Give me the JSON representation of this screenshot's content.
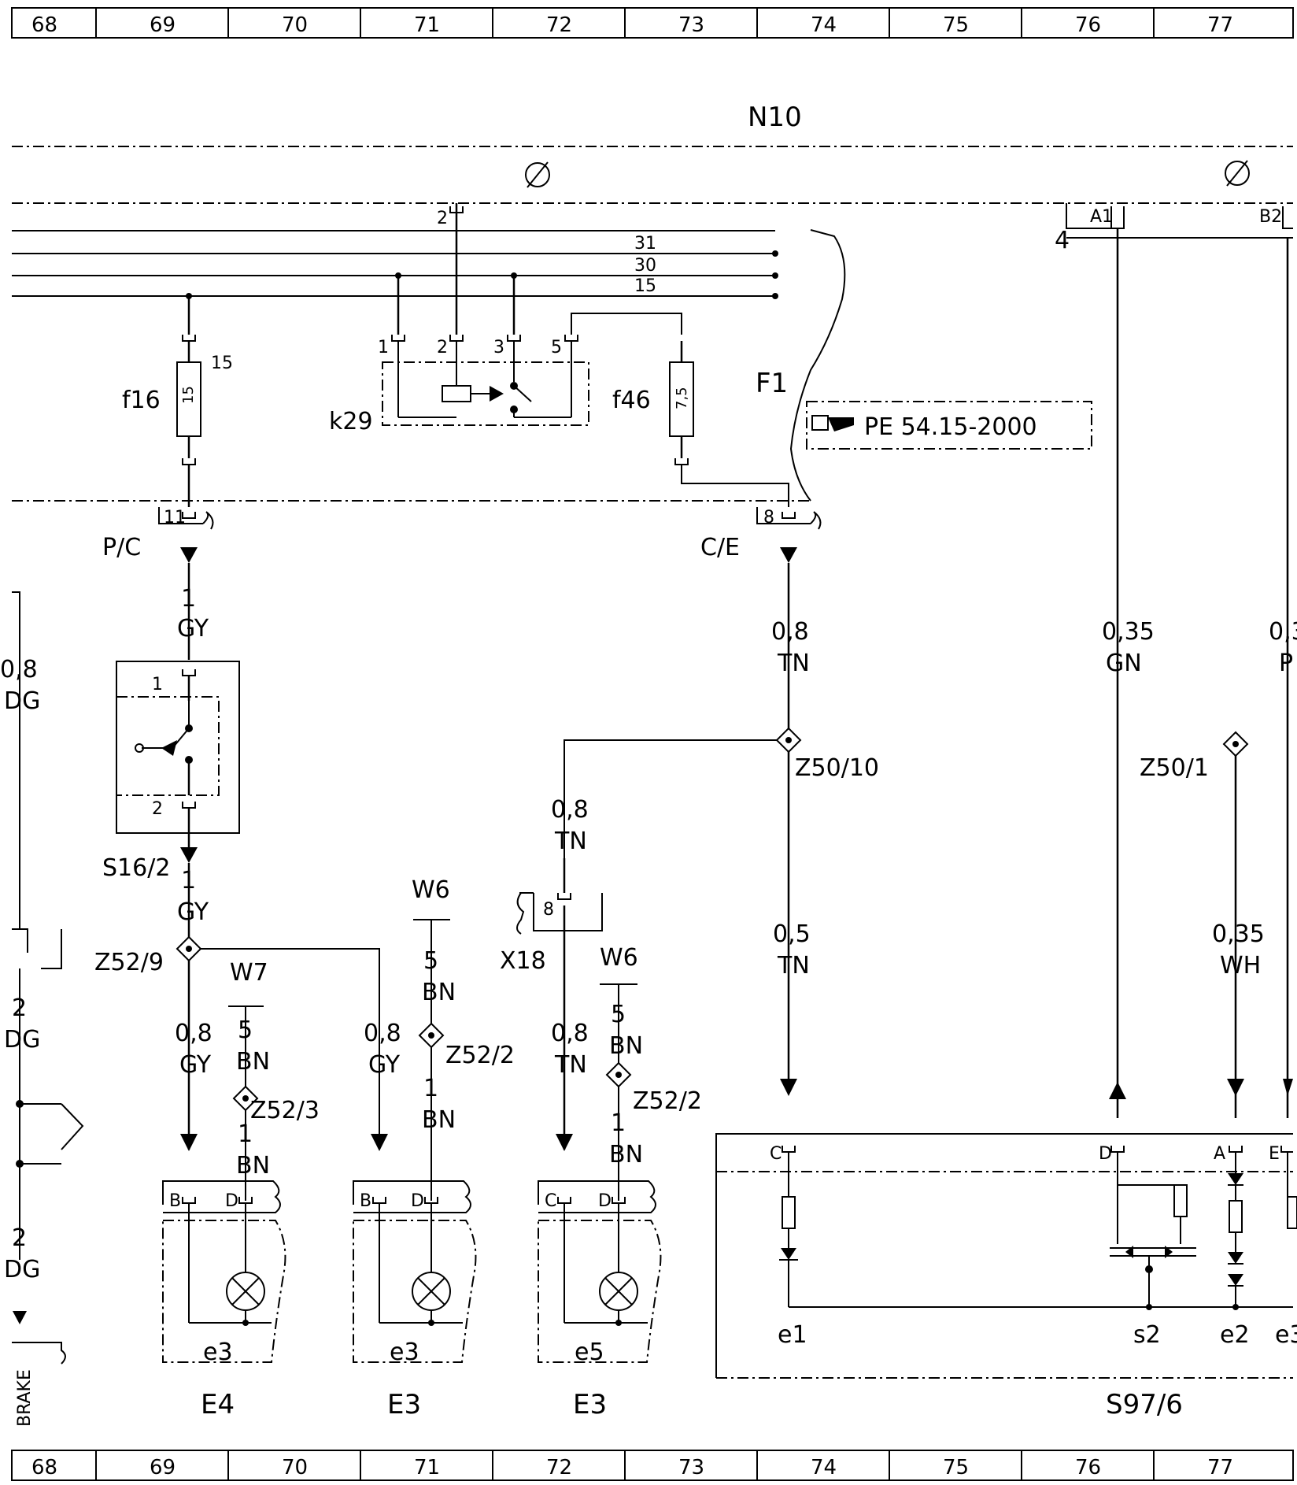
{
  "grid": {
    "columns": [
      "68",
      "69",
      "70",
      "71",
      "72",
      "73",
      "74",
      "75",
      "76",
      "77"
    ]
  },
  "module": {
    "label": "N10"
  },
  "bus": {
    "line1": "31",
    "line2": "30",
    "line3": "15"
  },
  "relay": {
    "label": "k29",
    "pins": [
      "1",
      "2",
      "3",
      "5"
    ],
    "top_pin": "2"
  },
  "fuses": {
    "f16": {
      "label": "f16",
      "rating": "15",
      "pin_terminal": "15"
    },
    "f46": {
      "label": "f46",
      "rating": "7,5"
    },
    "block": "F1"
  },
  "reference": {
    "text": "PE 54.15-2000"
  },
  "connectors": {
    "pc": {
      "label": "P/C",
      "pin": "11"
    },
    "ce": {
      "label": "C/E",
      "pin": "8"
    },
    "a1": "A1",
    "b2": "B2",
    "pin4": "4",
    "x18": {
      "label": "X18",
      "pin": "8"
    }
  },
  "wires": {
    "w1": {
      "gauge": "1",
      "color": "GY"
    },
    "w_tn_top": {
      "gauge": "0,8",
      "color": "TN"
    },
    "w_gn": {
      "gauge": "0,35",
      "color": "GN"
    },
    "w_right_cut": {
      "gauge": "0,3",
      "color": "P"
    },
    "w_left_cut": {
      "gauge": "0,8",
      "color": "DG"
    },
    "w_tn_branch": {
      "gauge": "0,8",
      "color": "TN"
    },
    "w_tn_05": {
      "gauge": "0,5",
      "color": "TN"
    },
    "w_wh": {
      "gauge": "0,35",
      "color": "WH"
    },
    "w_gy_after": {
      "gauge": "1",
      "color": "GY"
    },
    "w_gy_e4": {
      "gauge": "0,8",
      "color": "GY"
    },
    "w_gy_e3": {
      "gauge": "0,8",
      "color": "GY"
    },
    "w_tn_e5": {
      "gauge": "0,8",
      "color": "TN"
    },
    "w7_bn": {
      "gauge": "5",
      "color": "BN"
    },
    "w7_bn2": {
      "gauge": "1",
      "color": "BN"
    },
    "w6a_bn": {
      "gauge": "5",
      "color": "BN"
    },
    "w6a_bn2": {
      "gauge": "1",
      "color": "BN"
    },
    "w6b_bn": {
      "gauge": "5",
      "color": "BN"
    },
    "w6b_bn2": {
      "gauge": "1",
      "color": "BN"
    },
    "left_2a": {
      "gauge": "2",
      "color": "DG"
    },
    "left_2b": {
      "gauge": "2",
      "color": "DG"
    }
  },
  "switch_s16": {
    "label": "S16/2",
    "pin1": "1",
    "pin2": "2"
  },
  "splices": {
    "z50_10": "Z50/10",
    "z50_1": "Z50/1",
    "z52_9": "Z52/9",
    "z52_3": "Z52/3",
    "z52_2a": "Z52/2",
    "z52_2b": "Z52/2"
  },
  "grounds": {
    "w7": "W7",
    "w6a": "W6",
    "w6b": "W6"
  },
  "lamps": [
    {
      "component": "E4",
      "lamp": "e3",
      "pin_a": "B",
      "pin_b": "D"
    },
    {
      "component": "E3",
      "lamp": "e3",
      "pin_a": "B",
      "pin_b": "D"
    },
    {
      "component": "E3",
      "lamp": "e5",
      "pin_a": "C",
      "pin_b": "D"
    }
  ],
  "s97": {
    "label": "S97/6",
    "pins": {
      "c": "C",
      "d": "D",
      "a": "A",
      "e": "E"
    },
    "elements": {
      "e1": "e1",
      "s2": "s2",
      "e2": "e2",
      "e3": "e3"
    }
  },
  "left_edge": {
    "brake": "BRAKE"
  }
}
